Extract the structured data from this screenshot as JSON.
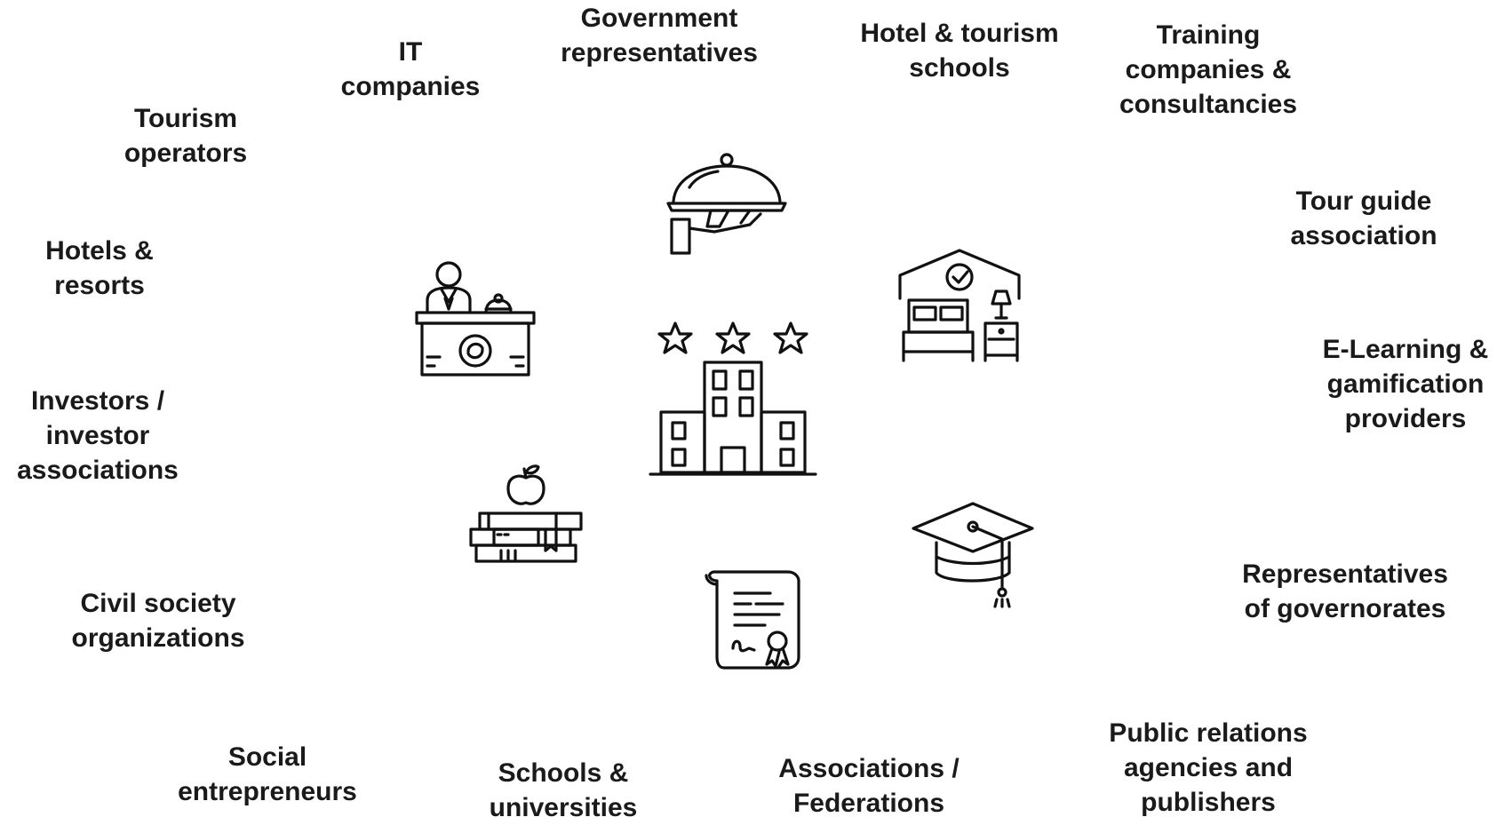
{
  "stakeholders": {
    "government": [
      "Government",
      "representatives"
    ],
    "it": [
      "IT",
      "companies"
    ],
    "hotel_schools": [
      "Hotel & tourism",
      "schools"
    ],
    "training": [
      "Training",
      "companies &",
      "consultancies"
    ],
    "tourism_operators": [
      "Tourism",
      "operators"
    ],
    "tour_guide": [
      "Tour guide",
      "association"
    ],
    "hotels": [
      "Hotels &",
      "resorts"
    ],
    "elearning": [
      "E-Learning &",
      "gamification",
      "providers"
    ],
    "investors": [
      "Investors /",
      "investor",
      "associations"
    ],
    "governorates": [
      "Representatives",
      "of governorates"
    ],
    "civil_society": [
      "Civil society",
      "organizations"
    ],
    "public_relations": [
      "Public relations",
      "agencies and",
      "publishers"
    ],
    "social": [
      "Social",
      "entrepreneurs"
    ],
    "schools": [
      "Schools &",
      "universities"
    ],
    "associations": [
      "Associations /",
      "Federations"
    ]
  },
  "icons": {
    "center": "hotel-building-three-stars-icon",
    "top": "serving-cloche-icon",
    "upper_left": "reception-desk-icon",
    "upper_right": "hotel-room-bed-icon",
    "lower_left": "books-apple-icon",
    "lower_right": "graduation-cap-icon",
    "bottom": "certificate-diploma-icon"
  },
  "colors": {
    "text": "#1a1a1a",
    "icon_stroke": "#111111",
    "background": "#ffffff"
  }
}
